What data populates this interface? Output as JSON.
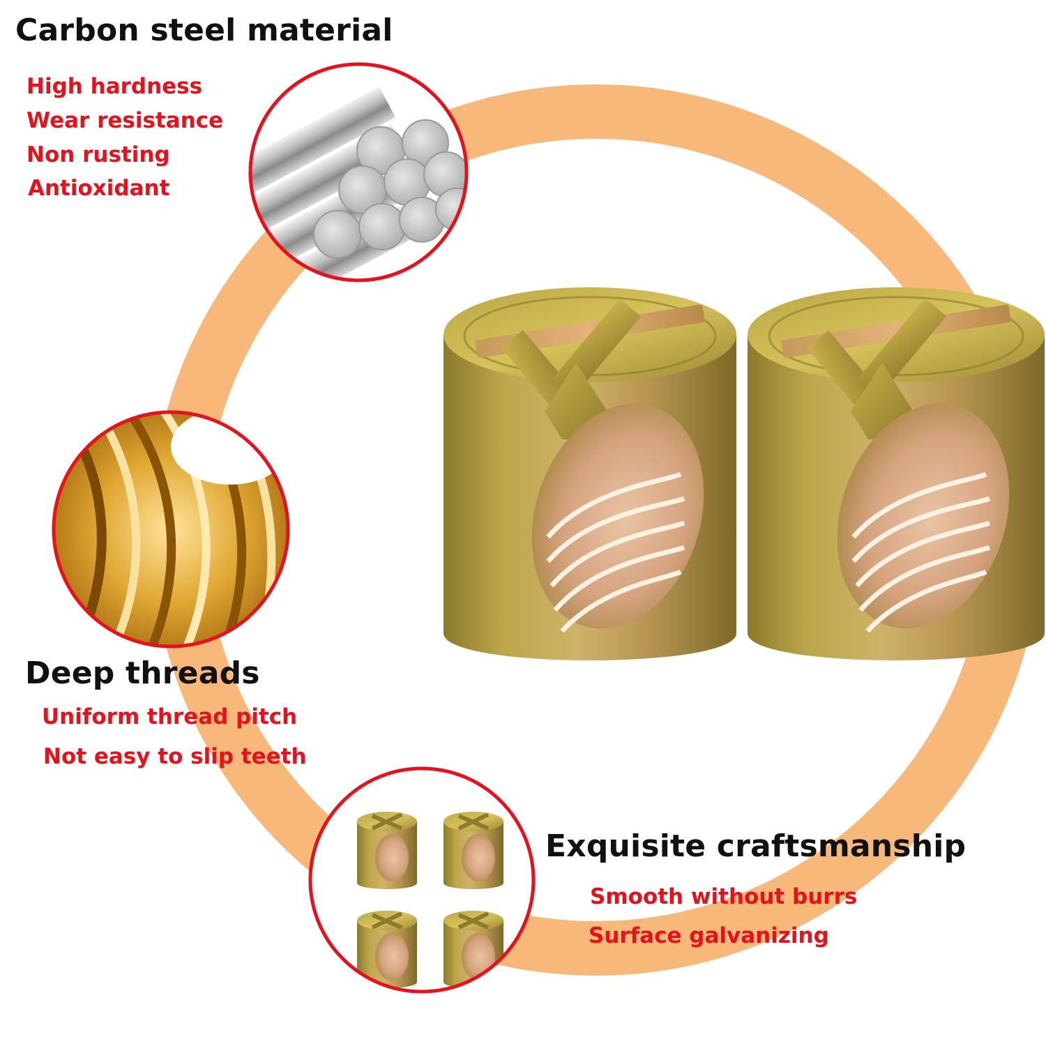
{
  "colors": {
    "ring": "#f8b87a",
    "accent_red": "#e8101a",
    "heading": "#111111"
  },
  "sections": {
    "material": {
      "title": "Carbon steel material",
      "features": [
        "High hardness",
        "Wear resistance",
        "Non rusting",
        "Antioxidant"
      ],
      "image": "steel-rods-icon"
    },
    "threads": {
      "title": "Deep threads",
      "features": [
        "Uniform thread pitch",
        "Not easy to slip teeth"
      ],
      "image": "thread-closeup-icon"
    },
    "craft": {
      "title": "Exquisite craftsmanship",
      "features": [
        "Smooth without burrs",
        "Surface galvanizing"
      ],
      "image": "barrel-nut-set-icon"
    }
  },
  "product": {
    "image": "cross-dowel-barrel-nut-icon",
    "count_shown": 2
  }
}
